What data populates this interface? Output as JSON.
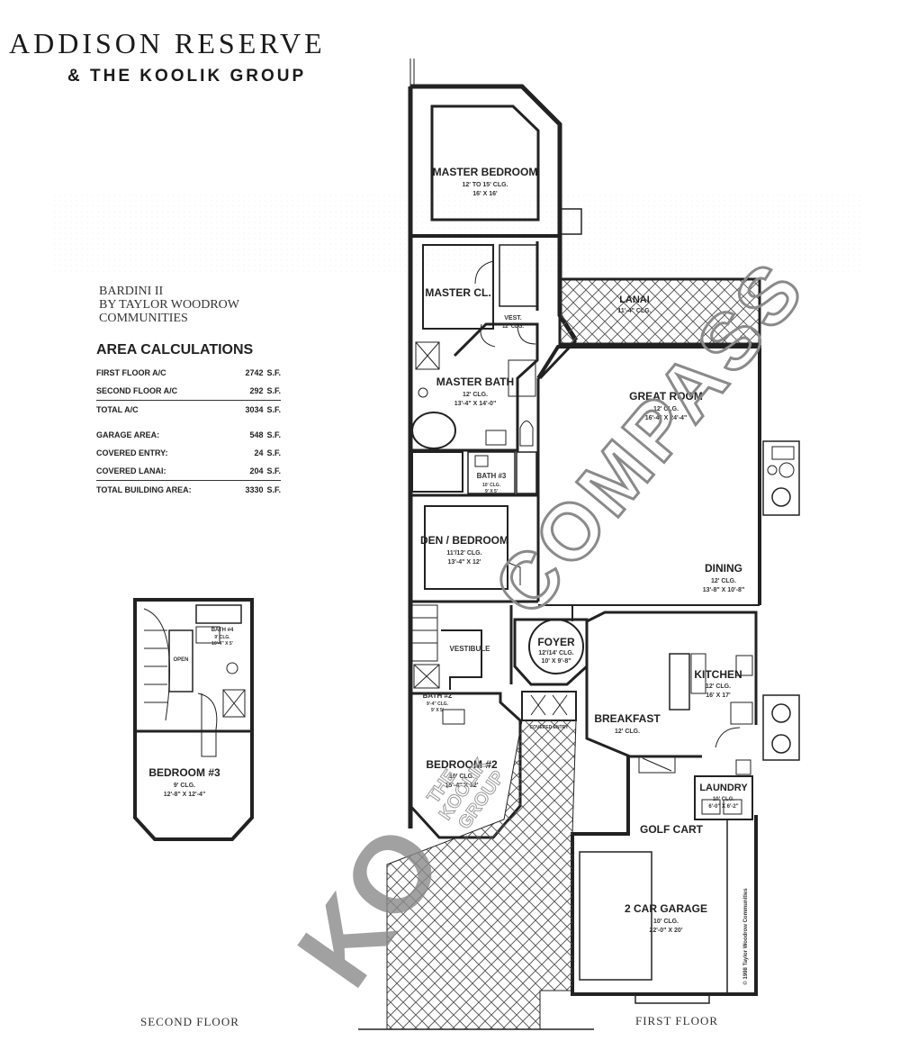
{
  "brand": {
    "title": "ADDISON RESERVE",
    "subtitle": "& THE KOOLIK GROUP"
  },
  "model": {
    "name": "BARDINI II",
    "by_line1": "BY TAYLOR WOODROW",
    "by_line2": "COMMUNITIES"
  },
  "area_calculations": {
    "title": "AREA CALCULATIONS",
    "rows": [
      {
        "label": "FIRST FLOOR A/C",
        "value": "2742",
        "unit": "S.F."
      },
      {
        "label": "SECOND FLOOR A/C",
        "value": "292",
        "unit": "S.F."
      },
      {
        "label": "TOTAL A/C",
        "value": "3034",
        "unit": "S.F."
      },
      {
        "label": "GARAGE AREA:",
        "value": "548",
        "unit": "S.F."
      },
      {
        "label": "COVERED ENTRY:",
        "value": "24",
        "unit": "S.F."
      },
      {
        "label": "COVERED LANAI:",
        "value": "204",
        "unit": "S.F."
      },
      {
        "label": "TOTAL BUILDING AREA:",
        "value": "3330",
        "unit": "S.F."
      }
    ]
  },
  "floors": {
    "second": "SECOND FLOOR",
    "first": "FIRST FLOOR"
  },
  "rooms": {
    "master_bedroom": {
      "name": "MASTER BEDROOM",
      "clg": "12' TO 15' CLG.",
      "dims": "16' X 16'"
    },
    "master_closet": {
      "name": "MASTER CL."
    },
    "vest": {
      "name": "VEST.",
      "clg": "12' CLG."
    },
    "master_bath": {
      "name": "MASTER BATH",
      "clg": "12' CLG.",
      "dims": "13'-4\" X 14'-0\""
    },
    "lanai": {
      "name": "LANAI",
      "clg": "11'-4\" CLG."
    },
    "great_room": {
      "name": "GREAT ROOM",
      "clg": "12' CLG.",
      "dims": "16'-4\" X 24'-4\""
    },
    "bath3": {
      "name": "BATH #3",
      "clg": "10' CLG.",
      "dims": "9' X 5'"
    },
    "den": {
      "name": "DEN / BEDROOM",
      "clg": "11'/12' CLG.",
      "dims": "13'-4\" X 12'"
    },
    "dining": {
      "name": "DINING",
      "clg": "12' CLG.",
      "dims": "13'-8\" X 10'-8\""
    },
    "foyer": {
      "name": "FOYER",
      "clg": "12'/14' CLG.",
      "dims": "10' X 9'-8\""
    },
    "vestibule": {
      "name": "VESTIBULE"
    },
    "kitchen": {
      "name": "KITCHEN",
      "clg": "12' CLG.",
      "dims": "16' X 17'"
    },
    "bath2": {
      "name": "BATH #2",
      "clg": "9'-4\" CLG.",
      "dims": "9' X 5'"
    },
    "covered_entry": {
      "name": "COVERED ENTRY"
    },
    "breakfast": {
      "name": "BREAKFAST",
      "clg": "12' CLG."
    },
    "bedroom2": {
      "name": "BEDROOM #2",
      "clg": "10' CLG.",
      "dims": "15'-4\" X 12'"
    },
    "laundry": {
      "name": "LAUNDRY",
      "clg": "10' CLG.",
      "dims": "6'-0\" X 6'-2\""
    },
    "golf_cart": {
      "name": "GOLF CART"
    },
    "garage": {
      "name": "2 CAR GARAGE",
      "clg": "10' CLG.",
      "dims": "22'-0\" X 20'"
    },
    "bath4": {
      "name": "BATH #4",
      "clg": "9' CLG.",
      "dims": "10'-4\" X 5'"
    },
    "open": {
      "name": "OPEN"
    },
    "bedroom3": {
      "name": "BEDROOM #3",
      "clg": "9' CLG.",
      "dims": "12'-8\" X 12'-4\""
    }
  },
  "copyright": "© 1998 Taylor Woodrow Communities",
  "watermarks": {
    "compass": "COMPASS",
    "koolik_line1": "THE",
    "koolik_line2": "KOOLIK",
    "koolik_line3": "GROUP",
    "ko": "KO"
  },
  "colors": {
    "ink": "#222222",
    "watermark": "#9a9a9a"
  }
}
